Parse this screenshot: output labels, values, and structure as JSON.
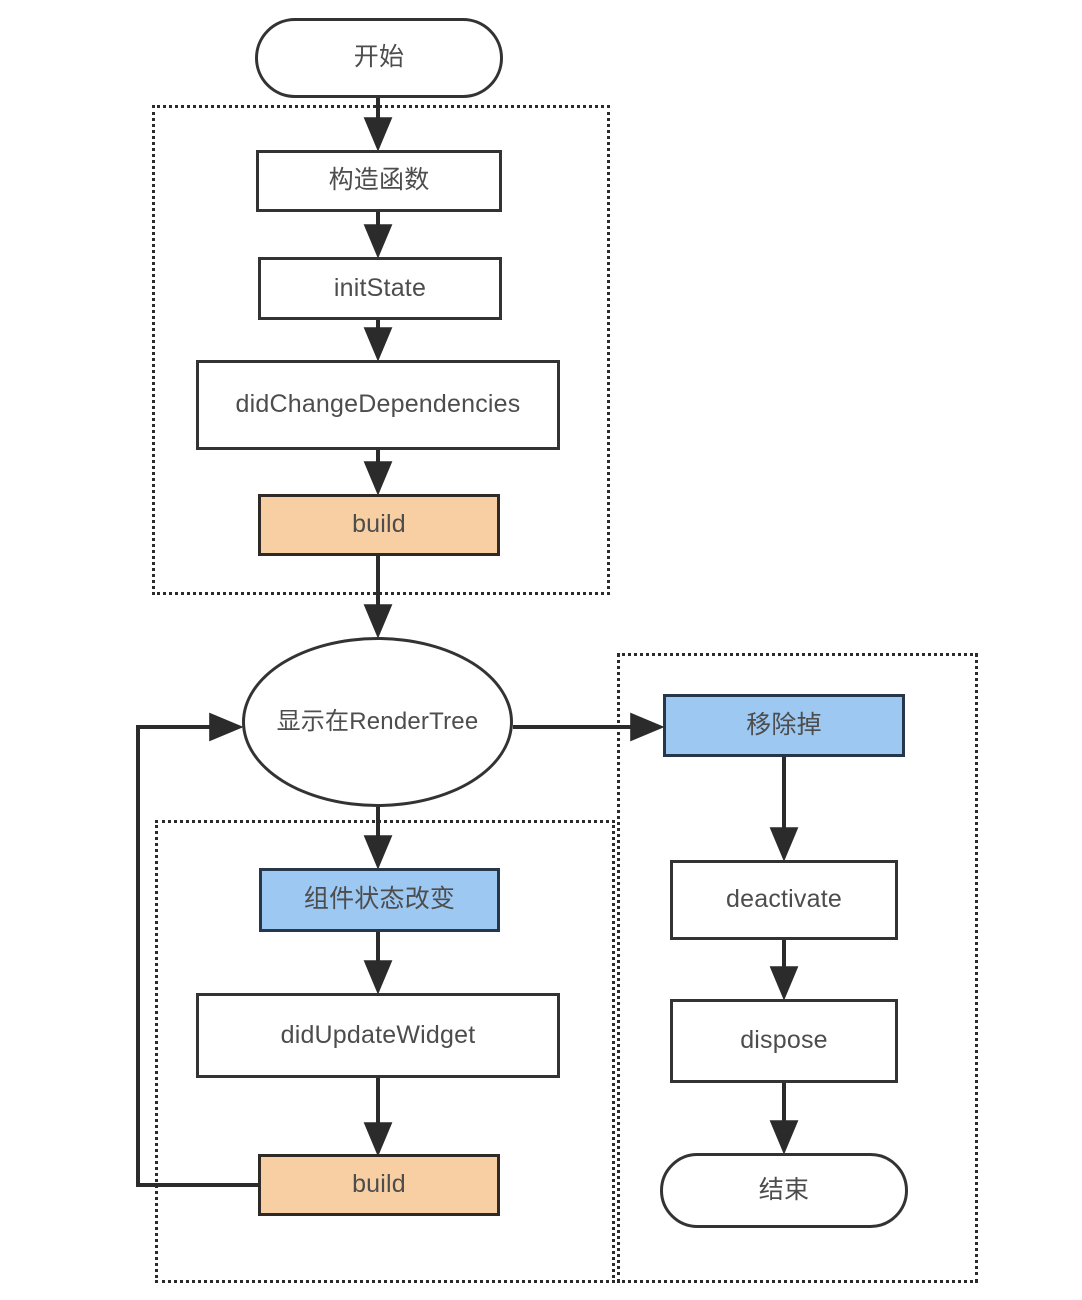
{
  "diagram": {
    "title": "Flutter StatefulWidget lifecycle flowchart",
    "colors": {
      "accent_orange": "#f7cfa2",
      "accent_blue": "#9dc8f2",
      "stroke": "#333333",
      "text": "#4d4d4d",
      "background": "#ffffff"
    },
    "nodes": {
      "start": {
        "label": "开始",
        "shape": "terminator"
      },
      "constructor": {
        "label": "构造函数",
        "shape": "rect"
      },
      "init_state": {
        "label": "initState",
        "shape": "rect"
      },
      "did_change_dependencies": {
        "label": "didChangeDependencies",
        "shape": "rect"
      },
      "build_initial": {
        "label": "build",
        "shape": "rect",
        "fill": "orange"
      },
      "render_tree": {
        "label": "显示在RenderTree",
        "shape": "ellipse"
      },
      "state_changed": {
        "label": "组件状态改变",
        "shape": "rect",
        "fill": "blue"
      },
      "did_update_widget": {
        "label": "didUpdateWidget",
        "shape": "rect"
      },
      "build_update": {
        "label": "build",
        "shape": "rect",
        "fill": "orange"
      },
      "removed": {
        "label": "移除掉",
        "shape": "rect",
        "fill": "blue"
      },
      "deactivate": {
        "label": "deactivate",
        "shape": "rect"
      },
      "dispose": {
        "label": "dispose",
        "shape": "rect"
      },
      "end": {
        "label": "结束",
        "shape": "terminator"
      }
    },
    "groups": [
      {
        "name": "initialization-group"
      },
      {
        "name": "update-group"
      },
      {
        "name": "disposal-group"
      }
    ],
    "edges": [
      {
        "from": "start",
        "to": "constructor"
      },
      {
        "from": "constructor",
        "to": "init_state"
      },
      {
        "from": "init_state",
        "to": "did_change_dependencies"
      },
      {
        "from": "did_change_dependencies",
        "to": "build_initial"
      },
      {
        "from": "build_initial",
        "to": "render_tree"
      },
      {
        "from": "render_tree",
        "to": "state_changed"
      },
      {
        "from": "render_tree",
        "to": "removed"
      },
      {
        "from": "state_changed",
        "to": "did_update_widget"
      },
      {
        "from": "did_update_widget",
        "to": "build_update"
      },
      {
        "from": "build_update",
        "to": "render_tree"
      },
      {
        "from": "removed",
        "to": "deactivate"
      },
      {
        "from": "deactivate",
        "to": "dispose"
      },
      {
        "from": "dispose",
        "to": "end"
      }
    ]
  }
}
